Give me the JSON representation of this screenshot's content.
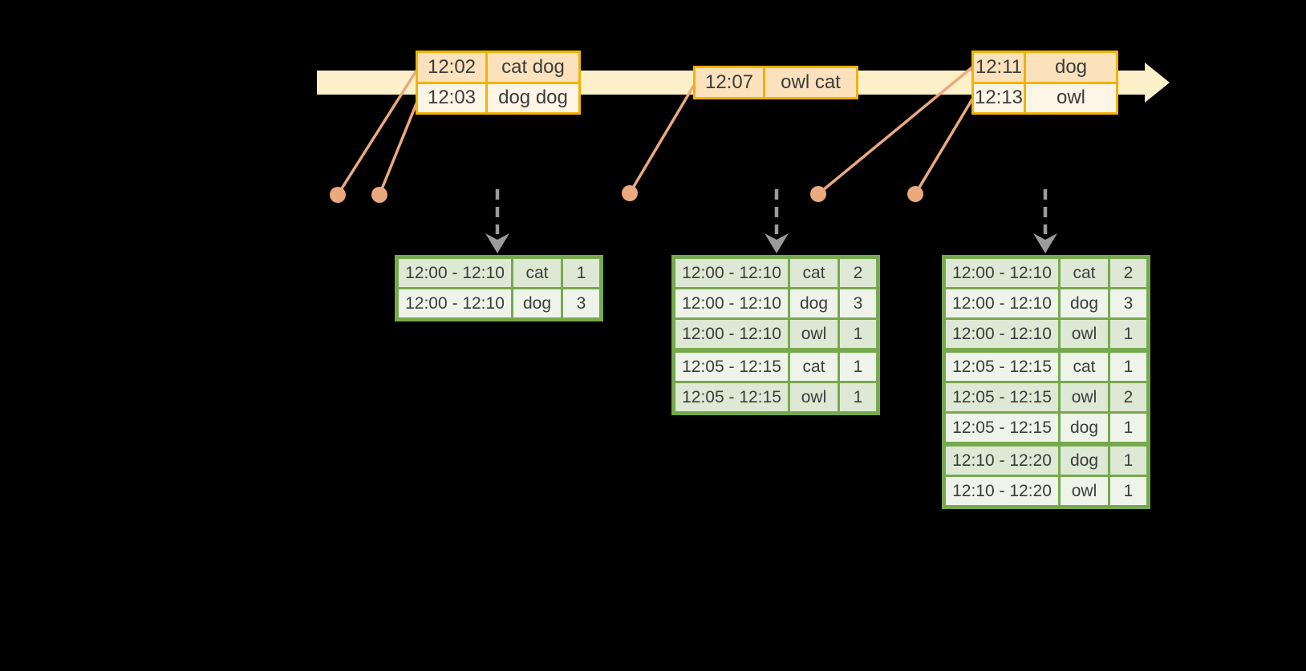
{
  "colors": {
    "background": "#000000",
    "timeline_fill": "#fbf0ca",
    "event_table_border": "#f1b300",
    "event_row_dark": "#fbe2bd",
    "event_row_light": "#fef5e6",
    "marker_orange": "#eba97e",
    "result_table_border": "#76a94e",
    "result_row_dark": "#dde9d4",
    "result_row_light": "#eff4eb",
    "dashed_arrow_gray": "#9b9b9b",
    "text": "#3c3c3c"
  },
  "event_tables": [
    {
      "rows": [
        {
          "time": "12:02",
          "words": "cat dog"
        },
        {
          "time": "12:03",
          "words": "dog dog"
        }
      ]
    },
    {
      "rows": [
        {
          "time": "12:07",
          "words": "owl cat"
        }
      ]
    },
    {
      "rows": [
        {
          "time": "12:11",
          "words": "dog"
        },
        {
          "time": "12:13",
          "words": "owl"
        }
      ]
    }
  ],
  "result_tables": [
    {
      "rows": [
        {
          "window": "12:00 - 12:10",
          "word": "cat",
          "count": "1"
        },
        {
          "window": "12:00 - 12:10",
          "word": "dog",
          "count": "3"
        }
      ]
    },
    {
      "rows": [
        {
          "window": "12:00 - 12:10",
          "word": "cat",
          "count": "2"
        },
        {
          "window": "12:00 - 12:10",
          "word": "dog",
          "count": "3"
        },
        {
          "window": "12:00 - 12:10",
          "word": "owl",
          "count": "1"
        },
        {
          "window": "12:05 - 12:15",
          "word": "cat",
          "count": "1"
        },
        {
          "window": "12:05 - 12:15",
          "word": "owl",
          "count": "1"
        }
      ]
    },
    {
      "rows": [
        {
          "window": "12:00 - 12:10",
          "word": "cat",
          "count": "2"
        },
        {
          "window": "12:00 - 12:10",
          "word": "dog",
          "count": "3"
        },
        {
          "window": "12:00 - 12:10",
          "word": "owl",
          "count": "1"
        },
        {
          "window": "12:05 - 12:15",
          "word": "cat",
          "count": "1"
        },
        {
          "window": "12:05 - 12:15",
          "word": "owl",
          "count": "2"
        },
        {
          "window": "12:05 - 12:15",
          "word": "dog",
          "count": "1"
        },
        {
          "window": "12:10 - 12:20",
          "word": "dog",
          "count": "1"
        },
        {
          "window": "12:10 - 12:20",
          "word": "owl",
          "count": "1"
        }
      ]
    }
  ]
}
